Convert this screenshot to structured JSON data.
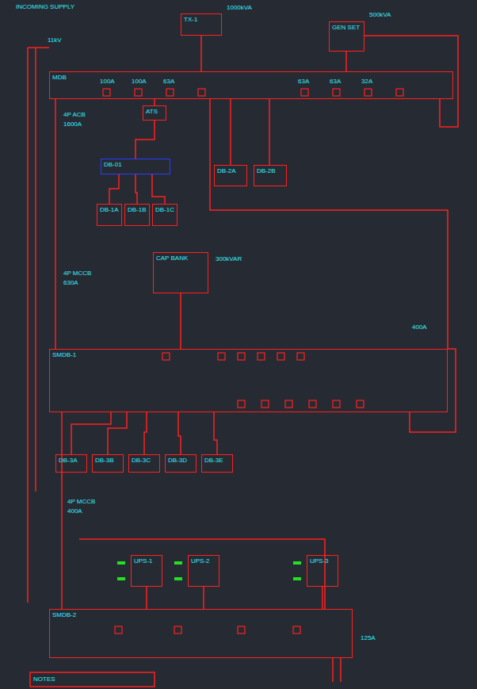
{
  "diagram": {
    "nodes": [
      {
        "text": [
          "TX-1"
        ]
      },
      {
        "text": [
          "GEN SET"
        ]
      },
      {
        "text": [
          "MDB"
        ]
      },
      {
        "text": [
          "ATS"
        ]
      },
      {
        "text": [
          "DB-01"
        ]
      },
      {
        "text": [
          "DB-1A"
        ]
      },
      {
        "text": [
          "DB-1B"
        ]
      },
      {
        "text": [
          "DB-1C"
        ]
      },
      {
        "text": [
          "DB-2A"
        ]
      },
      {
        "text": [
          "DB-2B"
        ]
      },
      {
        "text": [
          "CAP BANK"
        ]
      },
      {
        "text": [
          "SMDB-1"
        ]
      },
      {
        "text": [
          "DB-3A"
        ]
      },
      {
        "text": [
          "DB-3B"
        ]
      },
      {
        "text": [
          "DB-3C"
        ]
      },
      {
        "text": [
          "DB-3D"
        ]
      },
      {
        "text": [
          "DB-3E"
        ]
      },
      {
        "text": [
          "SMDB-2"
        ]
      },
      {
        "text": [
          "UPS-1"
        ]
      },
      {
        "text": [
          "UPS-2"
        ]
      },
      {
        "text": [
          "UPS-3"
        ]
      }
    ],
    "edges": [
      {
        "from": 0,
        "to": 2,
        "arrow": "none"
      },
      {
        "from": 1,
        "to": 2,
        "arrow": "none"
      },
      {
        "from": 2,
        "to": 3,
        "arrow": "none"
      },
      {
        "from": 3,
        "to": 4,
        "arrow": "none"
      },
      {
        "from": 4,
        "to": 5,
        "arrow": "none"
      },
      {
        "from": 4,
        "to": 6,
        "arrow": "none"
      },
      {
        "from": 4,
        "to": 7,
        "arrow": "none"
      },
      {
        "from": 2,
        "to": 8,
        "arrow": "none"
      },
      {
        "from": 2,
        "to": 9,
        "arrow": "none"
      },
      {
        "from": 2,
        "to": 11,
        "arrow": "none"
      },
      {
        "from": 10,
        "to": 11,
        "arrow": "none"
      },
      {
        "from": 11,
        "to": 12,
        "arrow": "none"
      },
      {
        "from": 11,
        "to": 13,
        "arrow": "none"
      },
      {
        "from": 11,
        "to": 14,
        "arrow": "none"
      },
      {
        "from": 11,
        "to": 15,
        "arrow": "none"
      },
      {
        "from": 11,
        "to": 16,
        "arrow": "none"
      },
      {
        "from": 11,
        "to": 17,
        "arrow": "none"
      },
      {
        "from": 18,
        "to": 17,
        "arrow": "none"
      },
      {
        "from": 19,
        "to": 17,
        "arrow": "none"
      },
      {
        "from": 20,
        "to": 17,
        "arrow": "none"
      }
    ],
    "labels": [
      "INCOMING SUPPLY",
      "11kV",
      "1000kVA",
      "500kVA",
      "4P ACB",
      "1600A",
      "300kVAR",
      "4P MCCB",
      "630A",
      "4P MCCB",
      "400A",
      "NOTES",
      "400A",
      "125A",
      "100A",
      "100A",
      "63A",
      "63A",
      "63A",
      "32A"
    ]
  }
}
